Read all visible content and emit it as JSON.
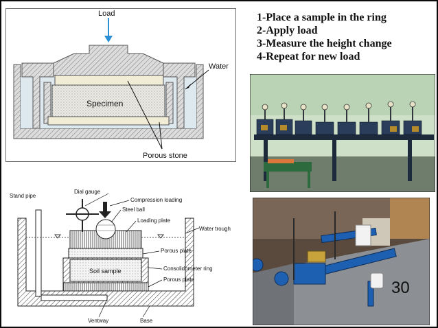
{
  "top_diagram": {
    "load_label": "Load",
    "water_label": "Water",
    "specimen_label": "Specimen",
    "porous_stone_label": "Porous stone"
  },
  "steps": [
    "1-Place a sample in the ring",
    "2-Apply load",
    "3-Measure the height change",
    "4-Repeat for new load"
  ],
  "bottom_diagram": {
    "stand_pipe": "Stand pipe",
    "dial_gauge": "Dial gauge",
    "compression_loading": "Compression loading",
    "steel_ball": "Steel ball",
    "loading_plate": "Loading plate",
    "water_trough": "Water trough",
    "porous_plate_top": "Porous plate",
    "soil_sample": "Soil sample",
    "consolidometer_ring": "Consolidometer ring",
    "porous_plate_bottom": "Porous plate",
    "ventway": "Ventway",
    "base": "Base"
  },
  "page_number": "30"
}
